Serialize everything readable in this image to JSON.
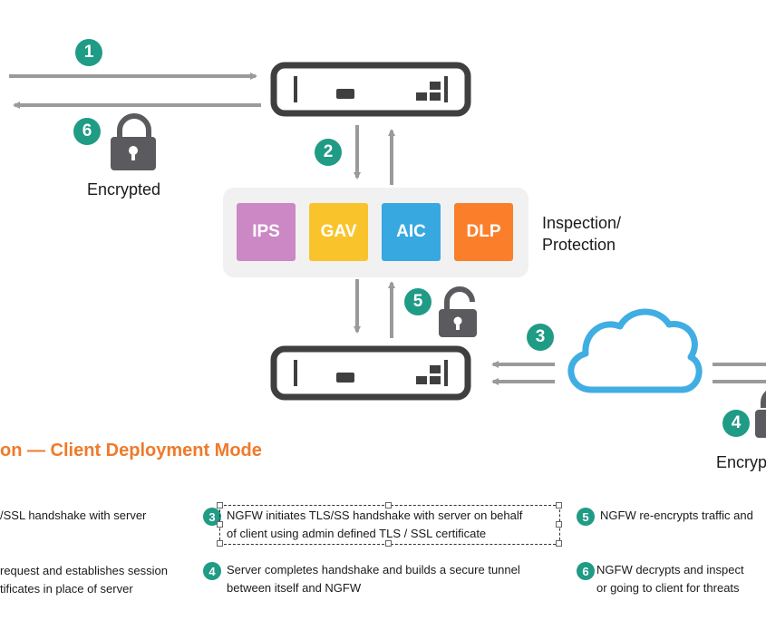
{
  "diagram": {
    "badges": {
      "b1": "1",
      "b2": "2",
      "b3": "3",
      "b4": "4",
      "b5": "5",
      "b6": "6"
    },
    "labels": {
      "encrypted_left": "Encrypted",
      "encrypted_right": "Encryp",
      "inspection_line1": "Inspection/",
      "inspection_line2": "Protection"
    },
    "modules": [
      {
        "label": "IPS",
        "color": "#cc88c4"
      },
      {
        "label": "GAV",
        "color": "#f9c42b"
      },
      {
        "label": "AIC",
        "color": "#38a8e0"
      },
      {
        "label": "DLP",
        "color": "#fb7f2a"
      }
    ],
    "colors": {
      "teal": "#1f9b86",
      "device": "#3f3f3f",
      "cloud": "#40aee3",
      "arrow": "#9a9a9a",
      "lock": "#5b5b5f"
    }
  },
  "legend": {
    "title": "on — Client Deployment Mode",
    "steps": {
      "s1": {
        "line1": "/SSL handshake with server"
      },
      "s2": {
        "line1": " request and establishes session",
        "line2": "tificates in place of server"
      },
      "s3": {
        "num": "3",
        "line1": "NGFW initiates TLS/SS handshake with server on behalf",
        "line2": "of client using admin defined TLS / SSL certificate"
      },
      "s4": {
        "num": "4",
        "line1": "Server completes handshake and builds a secure tunnel",
        "line2": "between itself and NGFW"
      },
      "s5": {
        "num": "5",
        "line1": "NGFW re-encrypts traffic and"
      },
      "s6": {
        "num": "6",
        "line1": "NGFW decrypts and inspect",
        "line2": "or going to client for threats"
      }
    }
  }
}
